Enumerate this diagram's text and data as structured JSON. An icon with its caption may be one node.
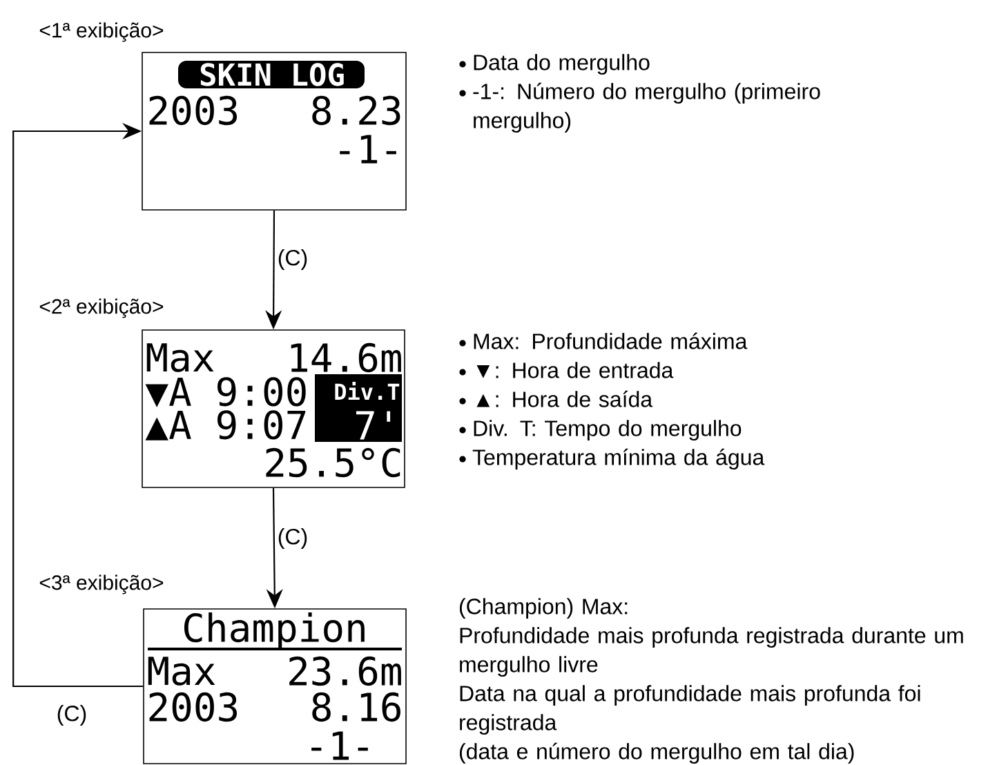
{
  "diagram": {
    "nodes": [
      {
        "text": [
          "SKIN LOG",
          "2003",
          "8.23",
          "-1-"
        ],
        "beside": [
          "<1ª exibição>",
          "Data do mergulho",
          "-1-: Número do mergulho (primeiro mergulho)"
        ]
      },
      {
        "text": [
          "Max",
          "14.6m",
          "▼A 9:00",
          "Div.T",
          "▲A 9:07",
          "7'",
          "25.5°C"
        ],
        "beside": [
          "<2ª exibição>",
          "Max: Profundidade máxima",
          "▼: Hora de entrada",
          "▲: Hora de saída",
          "Div. T: Tempo do mergulho",
          "Temperatura mínima da água"
        ]
      },
      {
        "text": [
          "Champion",
          "Max",
          "23.6m",
          "2003",
          "8.16",
          "-1-"
        ],
        "beside": [
          "<3ª exibição>",
          "(Champion) Max:",
          "Profundidade mais profunda registrada durante um mergulho livre",
          "Data na qual a profundidade mais profunda foi registrada",
          "(data e número do mergulho em tal dia)"
        ]
      }
    ],
    "edges": [
      {
        "from": 0,
        "to": 1,
        "arrow": "to",
        "label": "(C)"
      },
      {
        "from": 1,
        "to": 2,
        "arrow": "to",
        "label": "(C)"
      },
      {
        "from": 2,
        "to": 0,
        "arrow": "to",
        "label": "(C)"
      }
    ]
  }
}
